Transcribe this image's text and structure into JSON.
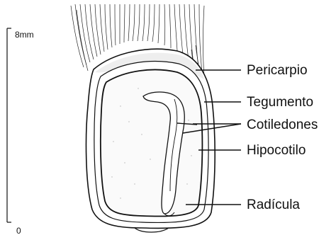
{
  "diagram": {
    "scale": {
      "top_label": "8mm",
      "bottom_label": "0"
    },
    "labels": {
      "pericarpio": "Pericarpio",
      "tegumento": "Tegumento",
      "cotiledones": "Cotiledones",
      "hipocotilo": "Hipocotilo",
      "radicula": "Radícula"
    },
    "colors": {
      "ink": "#111111",
      "background": "#ffffff"
    }
  }
}
